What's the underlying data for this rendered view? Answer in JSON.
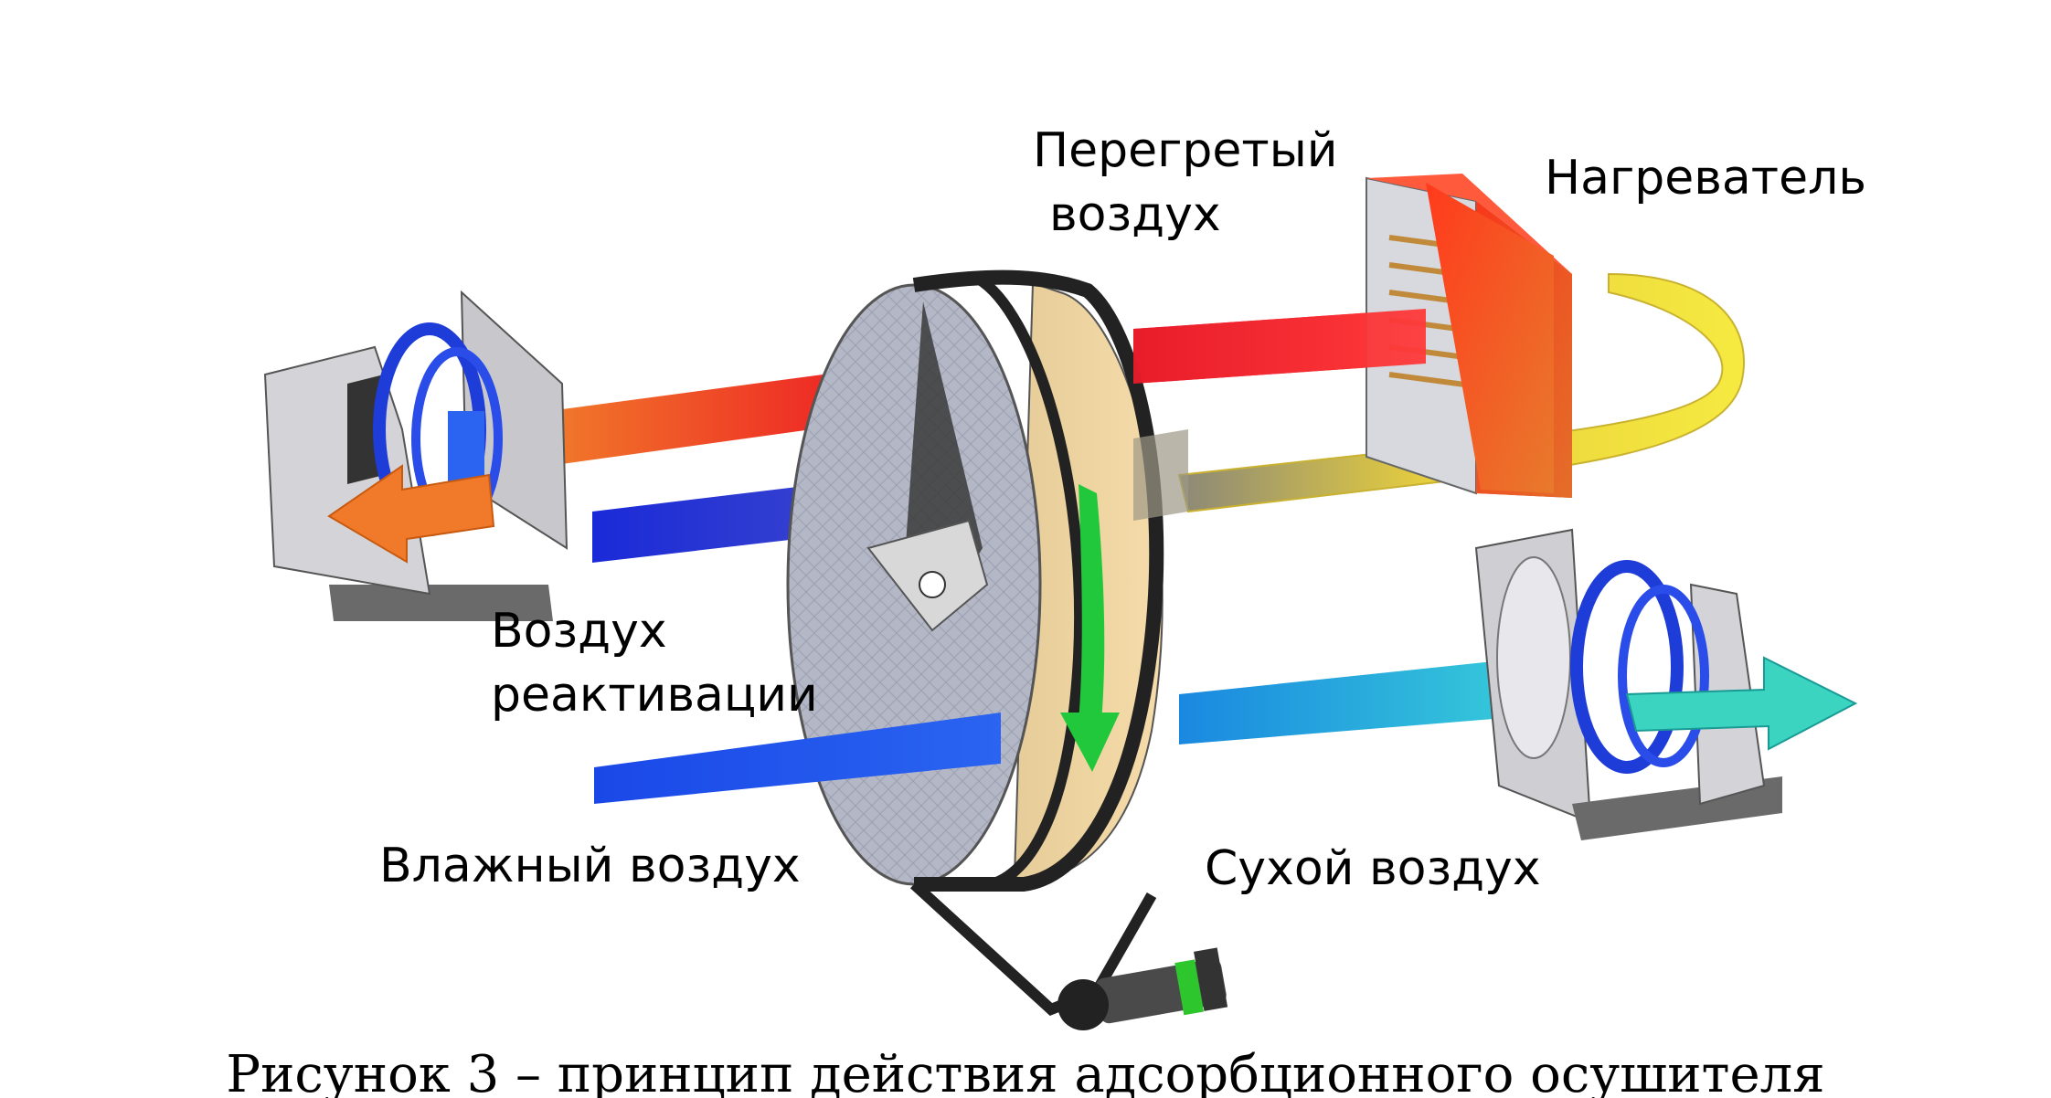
{
  "labels": {
    "superheated_air_line1": "Перегретый",
    "superheated_air_line2": "воздух",
    "heater": "Нагреватель",
    "reactivation_air_line1": "Воздух",
    "reactivation_air_line2": "реактивации",
    "humid_air": "Влажный воздух",
    "dry_air": "Сухой воздух"
  },
  "caption": "Рисунок 3 – принцип действия адсорбционного осушителя",
  "colors": {
    "hot_air": "#e8282a",
    "warm_air": "#f07a2a",
    "yellow_air": "#f4e23c",
    "blue_air": "#1e3cd8",
    "dry_air": "#2ec8d8",
    "rotor_face": "#b8bcc8",
    "rotor_rim": "#f2d8a0",
    "heater_red": "#e8341c",
    "rotation_arrow": "#22c83c"
  },
  "icons": [
    "reactivation-fan-icon",
    "process-fan-icon",
    "rotor-wheel-icon",
    "heater-icon",
    "drive-motor-icon"
  ]
}
